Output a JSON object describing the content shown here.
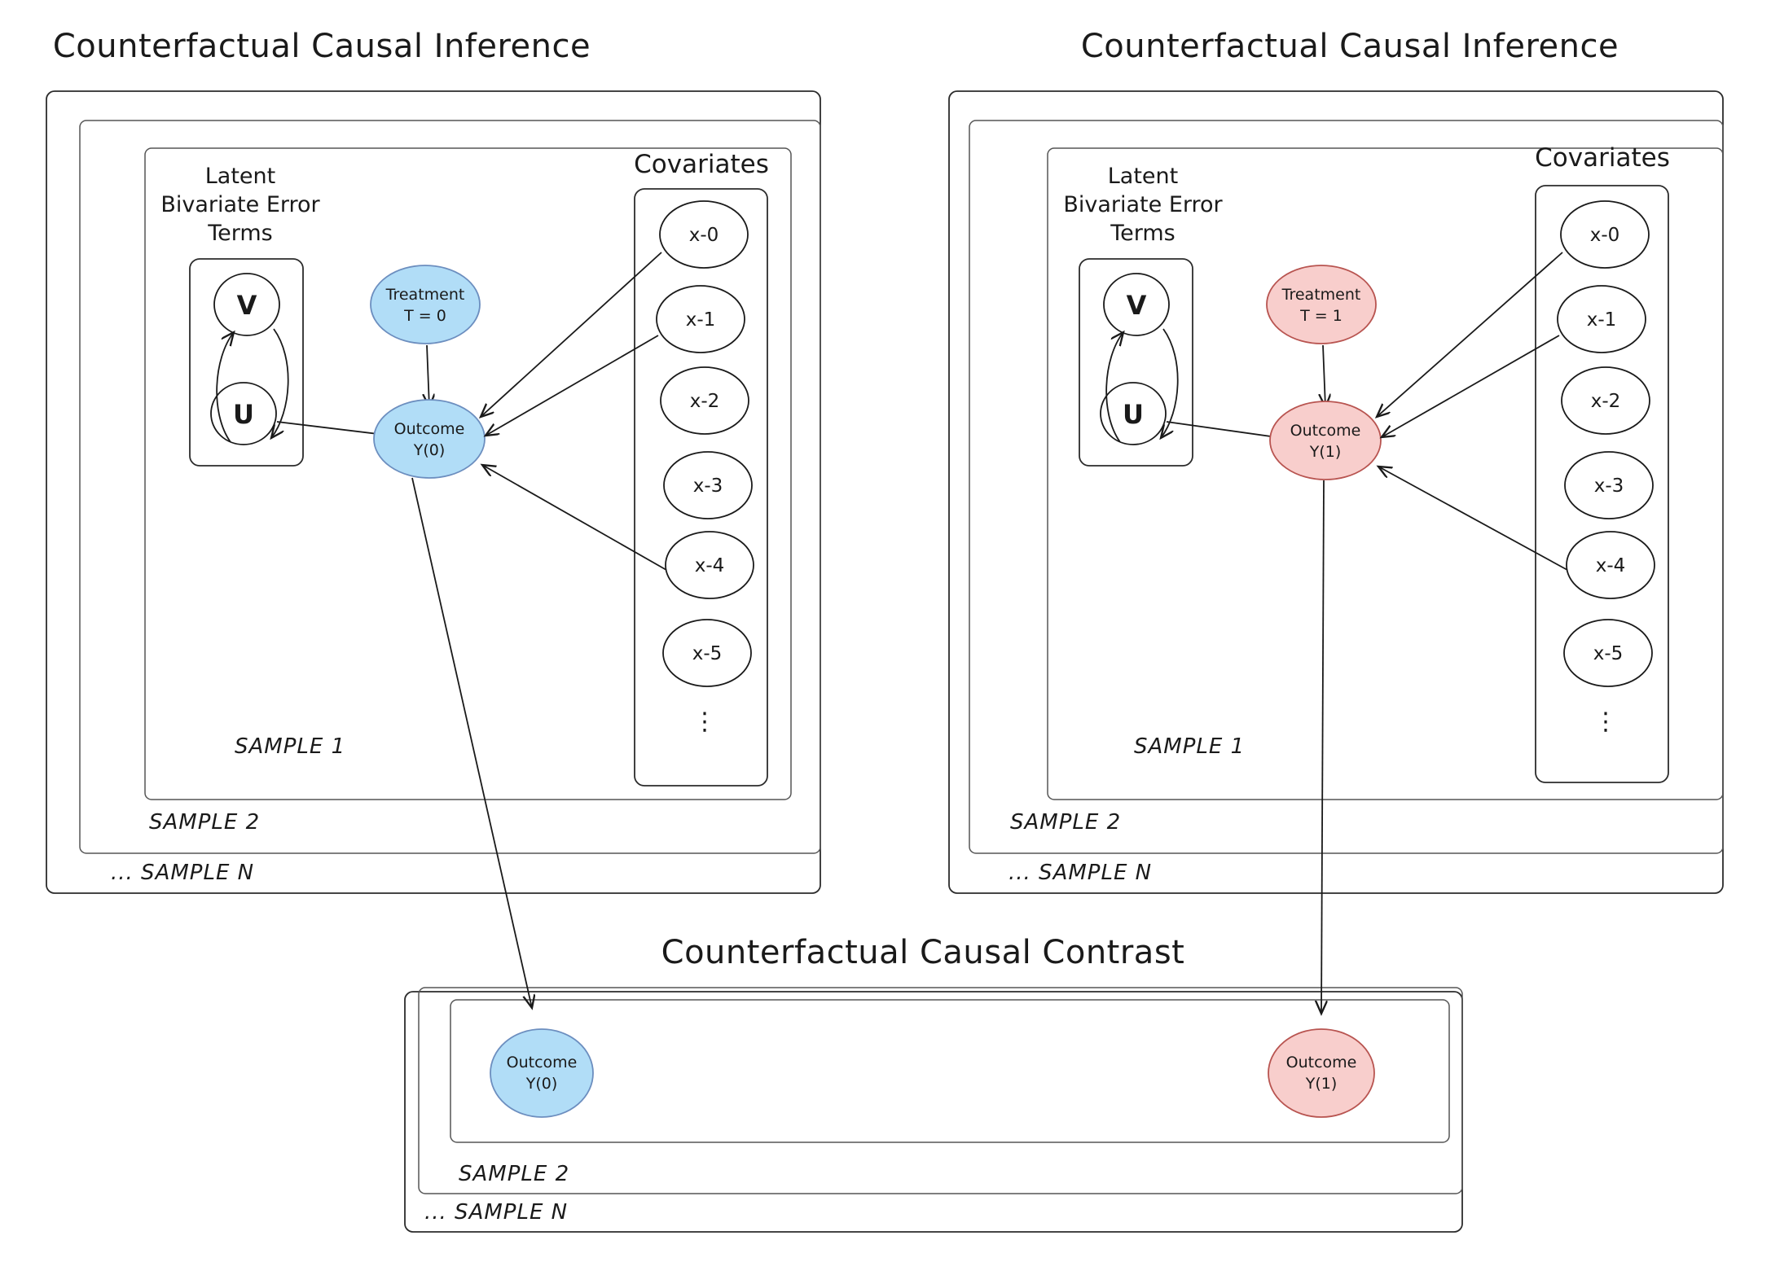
{
  "panels": {
    "left": {
      "title": "Counterfactual Causal Inference",
      "latent_label_line1": "Latent",
      "latent_label_line2": "Bivariate Error",
      "latent_label_line3": "Terms",
      "covariates_title": "Covariates",
      "error_nodes": [
        "V",
        "U"
      ],
      "treatment": {
        "line1": "Treatment",
        "line2": "T = 0",
        "fill": "#b1ddf7",
        "stroke": "#6c8ebf"
      },
      "outcome": {
        "line1": "Outcome",
        "line2": "Y(0)",
        "fill": "#b1ddf7",
        "stroke": "#6c8ebf"
      },
      "covariates": [
        "x-0",
        "x-1",
        "x-2",
        "x-3",
        "x-4",
        "x-5"
      ],
      "covariates_more": "⋮",
      "samples": [
        "SAMPLE 1",
        "SAMPLE 2",
        "... SAMPLE N"
      ]
    },
    "right": {
      "title": "Counterfactual Causal Inference",
      "latent_label_line1": "Latent",
      "latent_label_line2": "Bivariate Error",
      "latent_label_line3": "Terms",
      "covariates_title": "Covariates",
      "error_nodes": [
        "V",
        "U"
      ],
      "treatment": {
        "line1": "Treatment",
        "line2": "T = 1",
        "fill": "#f8cecc",
        "stroke": "#b85450"
      },
      "outcome": {
        "line1": "Outcome",
        "line2": "Y(1)",
        "fill": "#f8cecc",
        "stroke": "#b85450"
      },
      "covariates": [
        "x-0",
        "x-1",
        "x-2",
        "x-3",
        "x-4",
        "x-5"
      ],
      "covariates_more": "⋮",
      "samples": [
        "SAMPLE 1",
        "SAMPLE 2",
        "... SAMPLE N"
      ]
    },
    "contrast": {
      "title": "Counterfactual Causal Contrast",
      "outcome_control": {
        "line1": "Outcome",
        "line2": "Y(0)",
        "fill": "#b1ddf7",
        "stroke": "#6c8ebf"
      },
      "outcome_treated": {
        "line1": "Outcome",
        "line2": "Y(1)",
        "fill": "#f8cecc",
        "stroke": "#b85450"
      },
      "samples": [
        "SAMPLE 2",
        "... SAMPLE N"
      ]
    }
  },
  "colors": {
    "blue_fill": "#b1ddf7",
    "blue_stroke": "#6c8ebf",
    "pink_fill": "#f8cecc",
    "pink_stroke": "#b85450",
    "line": "#1a1a1a",
    "frame": "#2b2b2b",
    "background": "#ffffff"
  }
}
